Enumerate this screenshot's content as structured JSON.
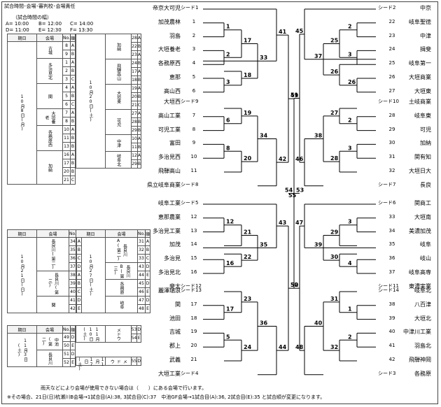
{
  "header": {
    "title": "試合時間･会場･審判校･会場責任",
    "times_title": "（試合時間の幅）",
    "times": [
      "A= 10:00",
      "B= 12:00",
      "C= 14:00",
      "D= 11:00",
      "E= 12:30",
      "F= 13:30"
    ]
  },
  "schedule": {
    "col_headers": [
      "期日",
      "会場",
      "No.",
      "順"
    ],
    "blocks": [
      {
        "date": "10月8日(月)",
        "groups": [
          {
            "venue": "古城",
            "rows": [
              [
                "8",
                "A"
              ],
              [
                "9",
                "B"
              ]
            ]
          },
          {
            "venue": "多治見北",
            "rows": [
              [
                "1",
                "A"
              ],
              [
                "2",
                "B"
              ],
              [
                "3",
                "C"
              ]
            ]
          },
          {
            "venue": "関",
            "rows": [
              [
                "4",
                "A"
              ],
              [
                "5",
                "B"
              ],
              [
                "6",
                "C"
              ]
            ]
          },
          {
            "venue": "大垣養老",
            "rows": [
              [
                "7",
                "A"
              ],
              [
                "8",
                "B"
              ]
            ]
          },
          {
            "venue": "各務原西",
            "rows": [
              [
                "10",
                "A"
              ],
              [
                "11",
                "B"
              ],
              [
                "13",
                "B"
              ]
            ]
          },
          {
            "venue": "加納",
            "rows": [
              [
                "16",
                "A"
              ],
              [
                "17",
                "B"
              ],
              [
                "20",
                "B"
              ],
              [
                "21",
                "C"
              ]
            ]
          }
        ]
      },
      {
        "date": "10月20日(土)",
        "groups": [
          {
            "venue": "加納",
            "rows": [
              [
                "28",
                "A"
              ],
              [
                "22",
                "B"
              ],
              [
                "23",
                "A"
              ]
            ]
          },
          {
            "venue": "飛騨高山",
            "rows": [
              [
                "24",
                "B"
              ],
              [
                "17",
                "A"
              ],
              [
                "18",
                "B"
              ]
            ]
          },
          {
            "venue": "大垣東",
            "rows": [
              [
                "19",
                "A"
              ],
              [
                "20",
                "B"
              ],
              [
                "21",
                "C"
              ]
            ]
          },
          {
            "venue": "可児",
            "rows": [
              [
                "27",
                "A"
              ],
              [
                "28",
                "B"
              ],
              [
                "29",
                "B"
              ]
            ]
          },
          {
            "venue": "中津",
            "rows": [
              [
                "10",
                "A"
              ],
              [
                "11",
                "B"
              ]
            ]
          },
          {
            "venue": "岐阜北",
            "rows": [
              [
                "12",
                "A"
              ],
              [
                "29",
                "B"
              ]
            ]
          }
        ]
      },
      {
        "date": "10月21日(日)",
        "groups": [
          {
            "venue": "長良川(第二)",
            "rows": [
              [
                "34",
                "A"
              ],
              [
                "35",
                "B"
              ],
              [
                "36",
                "C"
              ],
              [
                "37",
                "D"
              ]
            ]
          },
          {
            "venue": "長良川(第三)",
            "rows": [
              [
                "38",
                "A"
              ],
              [
                "39",
                "B"
              ],
              [
                "40",
                "C"
              ]
            ]
          },
          {
            "venue": "関",
            "rows": [
              [
                "41",
                "D"
              ],
              [
                "42",
                "E"
              ]
            ]
          }
        ]
      },
      {
        "date": "10月27日(土)",
        "groups": [
          {
            "venue": "長良川A(第二)",
            "rows": [
              [
                "31",
                "A"
              ],
              [
                "32",
                "B"
              ],
              [
                "33",
                "C"
              ]
            ]
          },
          {
            "venue": "長良川B(第三)",
            "rows": [
              [
                "43",
                "D"
              ],
              [
                "44",
                "E"
              ]
            ]
          },
          {
            "venue": "各務原",
            "rows": [
              [
                "45",
                "D"
              ],
              [
                "46",
                "E"
              ]
            ]
          },
          {
            "venue": "岐阜",
            "rows": [
              [
                "47",
                "D"
              ],
              [
                "48",
                "E"
              ]
            ]
          }
        ]
      },
      {
        "date": "11月3日(土)",
        "groups": [
          {
            "venue": "中池(第二)",
            "rows": [
              [
                "49",
                "D"
              ],
              [
                "50",
                "E"
              ]
            ]
          },
          {
            "venue": "長良川",
            "rows": [
              [
                "51",
                "D"
              ],
              [
                "52",
                "E"
              ]
            ]
          }
        ]
      },
      {
        "date": "11月10日(土)",
        "groups": [
          {
            "venue": "メドウ",
            "rows": [
              [
                "53",
                "D"
              ],
              [
                "54",
                "E"
              ]
            ]
          }
        ]
      },
      {
        "date": "11月17日(土)",
        "groups": [
          {
            "venue": "メドウ",
            "rows": [
              [
                "55",
                "D"
              ]
            ]
          }
        ]
      }
    ]
  },
  "left_teams": [
    {
      "name": "帝京大可児",
      "num": "シード1"
    },
    {
      "name": "加茂農林",
      "num": "1"
    },
    {
      "name": "羽島",
      "num": "2"
    },
    {
      "name": "大垣養老",
      "num": "3"
    },
    {
      "name": "各務原西",
      "num": "4"
    },
    {
      "name": "恵那",
      "num": "5"
    },
    {
      "name": "高山西",
      "num": "6"
    },
    {
      "name": "大垣西",
      "num": "シード9"
    },
    {
      "name": "高山工業",
      "num": "7"
    },
    {
      "name": "可児工業",
      "num": "8"
    },
    {
      "name": "富田",
      "num": "9"
    },
    {
      "name": "多治見西",
      "num": "10"
    },
    {
      "name": "飛騨高山",
      "num": "11"
    },
    {
      "name": "県立岐阜商業",
      "num": "シード8"
    },
    {
      "name": "岐阜工業",
      "num": "シード5"
    },
    {
      "name": "恵那農業",
      "num": "12"
    },
    {
      "name": "多治見工業",
      "num": "13"
    },
    {
      "name": "加茂",
      "num": "14"
    },
    {
      "name": "多治見",
      "num": "15"
    },
    {
      "name": "多治見北",
      "num": "16"
    },
    {
      "name": "斐太",
      "num": "シード12"
    },
    {
      "name": "麗澤瑞浪",
      "num": "シード13"
    },
    {
      "name": "関",
      "num": "17"
    },
    {
      "name": "池田",
      "num": "18"
    },
    {
      "name": "吉城",
      "num": "19"
    },
    {
      "name": "郡上",
      "num": "20"
    },
    {
      "name": "武義",
      "num": "21"
    },
    {
      "name": "大垣工業",
      "num": "シード4"
    }
  ],
  "right_teams": [
    {
      "name": "中京",
      "num": "シード2"
    },
    {
      "name": "岐阜聖徳",
      "num": "22"
    },
    {
      "name": "中津",
      "num": "23"
    },
    {
      "name": "揖斐",
      "num": "24"
    },
    {
      "name": "岐阜第一",
      "num": "25"
    },
    {
      "name": "大垣商業",
      "num": "26"
    },
    {
      "name": "大垣東",
      "num": "27"
    },
    {
      "name": "土岐商業",
      "num": "シード10"
    },
    {
      "name": "岐阜東",
      "num": "28"
    },
    {
      "name": "可児",
      "num": "29"
    },
    {
      "name": "加納",
      "num": "30"
    },
    {
      "name": "関有知",
      "num": "31"
    },
    {
      "name": "大垣日大",
      "num": "32"
    },
    {
      "name": "長良",
      "num": "シード7"
    },
    {
      "name": "関商工",
      "num": "シード6"
    },
    {
      "name": "大垣南",
      "num": "33"
    },
    {
      "name": "美濃加茂",
      "num": "34"
    },
    {
      "name": "岐阜",
      "num": "35"
    },
    {
      "name": "岐山",
      "num": "36"
    },
    {
      "name": "岐阜高専",
      "num": "37"
    },
    {
      "name": "東濃実業",
      "num": "シード11"
    },
    {
      "name": "岐阜北",
      "num": "シード14"
    },
    {
      "name": "八百津",
      "num": "38"
    },
    {
      "name": "大垣北",
      "num": "39"
    },
    {
      "name": "中津川工業",
      "num": "40"
    },
    {
      "name": "羽島北",
      "num": "41"
    },
    {
      "name": "飛騨神岡",
      "num": "42"
    },
    {
      "name": "各務原",
      "num": "シード3"
    }
  ],
  "match_numbers": {
    "m1": "1",
    "m2": "2",
    "m3": "3",
    "m4": "4",
    "m5": "5",
    "m6": "6",
    "m7": "7",
    "m8": "8",
    "m9": "9",
    "m10": "10",
    "m11": "11",
    "m12": "12",
    "m13": "13",
    "m14": "14",
    "m15": "15",
    "m16": "16",
    "m17": "17",
    "m18": "18",
    "m19": "19",
    "m20": "20",
    "m21": "21",
    "m22": "22",
    "m23": "23",
    "m24": "24",
    "m25": "25",
    "m26": "26",
    "m27": "27",
    "m28": "28",
    "m29": "29",
    "m30": "30",
    "m31": "31",
    "m32": "32",
    "m33": "33",
    "m34": "34",
    "m35": "35",
    "m36": "36",
    "m37": "37",
    "m38": "38",
    "m39": "39",
    "m40": "40",
    "m41": "41",
    "m42": "42",
    "m43": "43",
    "m44": "44",
    "m45": "45",
    "m46": "46",
    "m47": "47",
    "m48": "48",
    "m49": "49",
    "m50": "50",
    "m51": "51",
    "m52": "52",
    "m53": "53",
    "m54": "54",
    "m55": "55"
  },
  "footer": {
    "line1": "雨天などにより会場が使用できない場合は（　　）にある会場で行います。",
    "line2": "※その場合、21日(日)杭瀬川B会場→1試合目(A):38, 3試合目(C):37　中池GF会場→1試合目(A):36, 2試合目(E):35 と試合順が変更になります。"
  }
}
